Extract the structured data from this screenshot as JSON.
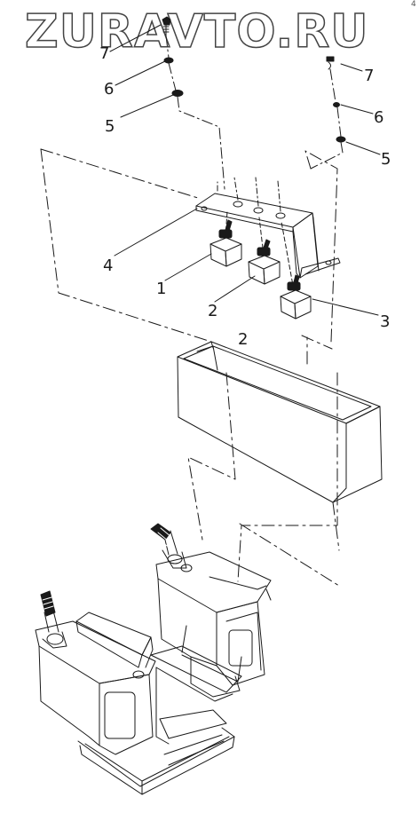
{
  "watermark": {
    "text": "ZURAVTO.RU"
  },
  "corner_mark": "4",
  "callouts": [
    {
      "id": "7-left",
      "label": "7"
    },
    {
      "id": "6-left",
      "label": "6"
    },
    {
      "id": "5-left",
      "label": "5"
    },
    {
      "id": "7-right",
      "label": "7"
    },
    {
      "id": "6-right",
      "label": "6"
    },
    {
      "id": "5-right",
      "label": "5"
    },
    {
      "id": "4",
      "label": "4"
    },
    {
      "id": "1",
      "label": "1"
    },
    {
      "id": "2",
      "label": "2"
    },
    {
      "id": "3",
      "label": "3"
    },
    {
      "id": "2-lower",
      "label": "2"
    }
  ],
  "colors": {
    "line": "#1a1a1a",
    "watermark_outline": "#444444"
  }
}
